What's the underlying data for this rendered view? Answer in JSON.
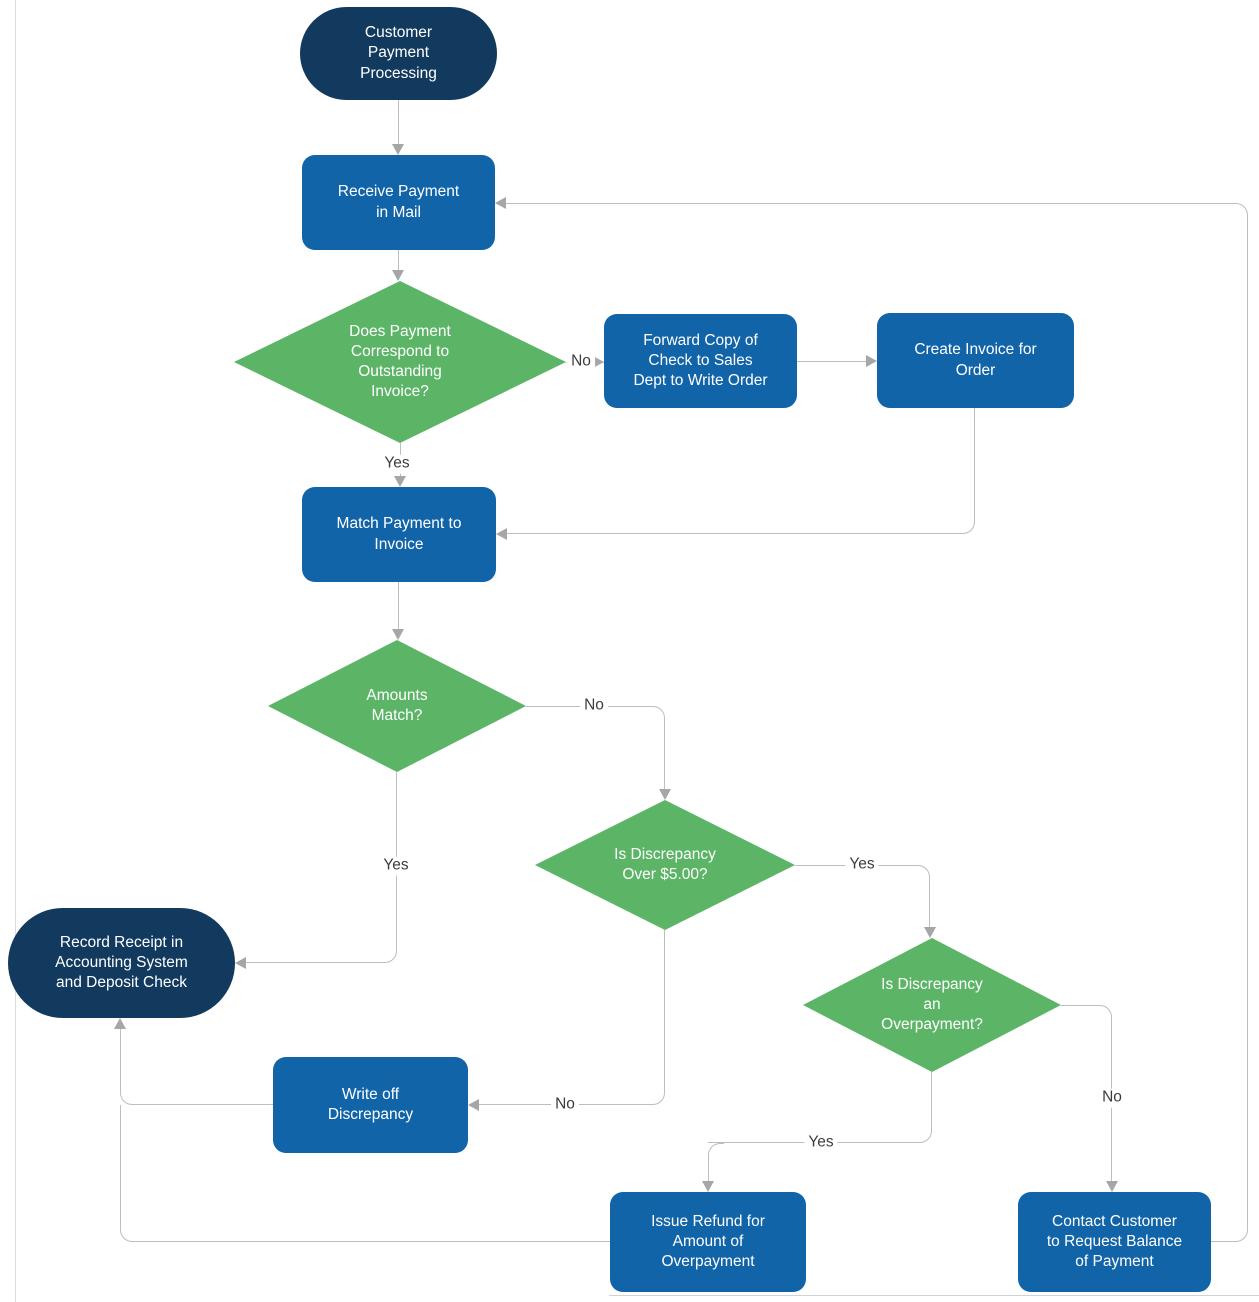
{
  "diagram": {
    "title": "Customer Payment Processing",
    "colors": {
      "terminal": "#123a5f",
      "process": "#1164a8",
      "decision": "#5cb567",
      "connector": "#bdbdbd",
      "arrow": "#a6a6a6",
      "label": "#3c3c3c"
    },
    "nodes": {
      "start": {
        "type": "terminal",
        "label": "Customer\nPayment\nProcessing"
      },
      "receive": {
        "type": "process",
        "label": "Receive Payment\nin Mail"
      },
      "d1": {
        "type": "decision",
        "label": "Does Payment\nCorrespond to\nOutstanding\nInvoice?"
      },
      "forward": {
        "type": "process",
        "label": "Forward Copy of\nCheck to Sales\nDept to Write Order"
      },
      "create": {
        "type": "process",
        "label": "Create Invoice for\nOrder"
      },
      "match": {
        "type": "process",
        "label": "Match Payment to\nInvoice"
      },
      "d2": {
        "type": "decision",
        "label": "Amounts\nMatch?"
      },
      "d3": {
        "type": "decision",
        "label": "Is Discrepancy\nOver $5.00?"
      },
      "record": {
        "type": "terminal",
        "label": "Record Receipt in\nAccounting System\nand Deposit Check"
      },
      "d4": {
        "type": "decision",
        "label": "Is Discrepancy\nan\nOverpayment?"
      },
      "writeoff": {
        "type": "process",
        "label": "Write off\nDiscrepancy"
      },
      "refund": {
        "type": "process",
        "label": "Issue Refund for\nAmount of\nOverpayment"
      },
      "contact": {
        "type": "process",
        "label": "Contact Customer\nto Request Balance\nof Payment"
      }
    },
    "edge_labels": {
      "d1_no": "No",
      "d1_yes": "Yes",
      "d2_no": "No",
      "d2_yes": "Yes",
      "d3_yes": "Yes",
      "d3_no": "No",
      "d4_yes": "Yes",
      "d4_no": "No"
    }
  }
}
